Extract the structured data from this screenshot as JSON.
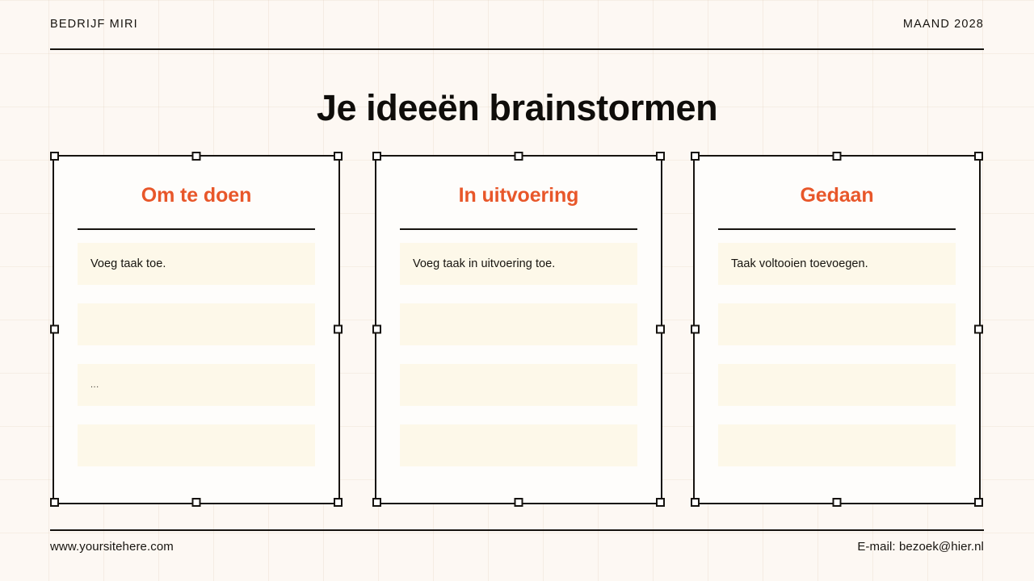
{
  "colors": {
    "page_background": "#fdf8f3",
    "panel_background": "#fefdfb",
    "accent_orange": "#e8572a",
    "ink": "#16130f",
    "task_card": "#fdf8e9",
    "handle_fill": "#ffffff"
  },
  "header": {
    "company": "BEDRIJF MIRI",
    "date": "MAAND 2028"
  },
  "title": "Je ideeën brainstormen",
  "board": {
    "columns": [
      {
        "heading": "Om te doen",
        "tasks": [
          {
            "text": "Voeg taak toe."
          },
          {
            "text": ""
          },
          {
            "text": "..."
          },
          {
            "text": ""
          }
        ]
      },
      {
        "heading": "In uitvoering",
        "tasks": [
          {
            "text": "Voeg taak in uitvoering toe."
          },
          {
            "text": ""
          },
          {
            "text": ""
          },
          {
            "text": ""
          }
        ]
      },
      {
        "heading": "Gedaan",
        "tasks": [
          {
            "text": "Taak voltooien toevoegen."
          },
          {
            "text": ""
          },
          {
            "text": ""
          },
          {
            "text": ""
          }
        ]
      }
    ]
  },
  "footer": {
    "website": "www.yoursitehere.com",
    "email": "E-mail: bezoek@hier.nl"
  }
}
